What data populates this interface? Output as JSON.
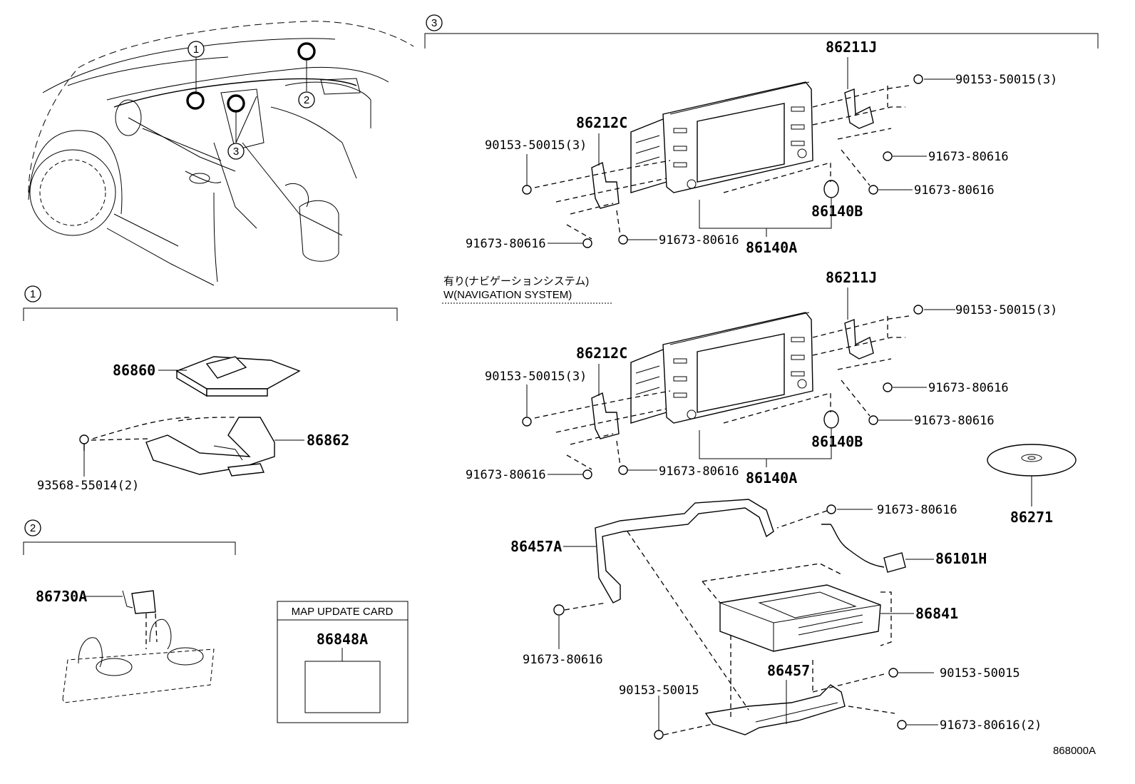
{
  "section_markers": {
    "s1": "1",
    "s2": "2",
    "s3": "3"
  },
  "car_callouts": {
    "c1": "1",
    "c2": "2",
    "c3": "3"
  },
  "section1": {
    "p86860": "86860",
    "p86862": "86862",
    "p93568": "93568-55014(2)"
  },
  "section2": {
    "p86730A": "86730A"
  },
  "map_card": {
    "title": "MAP UPDATE CARD",
    "part": "86848A"
  },
  "section3": {
    "upper": {
      "p86211J": "86211J",
      "p90153_r": "90153-50015(3)",
      "p91673_r1": "91673-80616",
      "p91673_r2": "91673-80616",
      "p86212C": "86212C",
      "p90153_l": "90153-50015(3)",
      "p86140B": "86140B",
      "p91673_bl": "91673-80616",
      "p91673_bc": "91673-80616",
      "p86140A": "86140A"
    },
    "nav_label_jp": "有り(ナビゲーションシステム)",
    "nav_label_en": "W(NAVIGATION SYSTEM)",
    "lower": {
      "p86211J": "86211J",
      "p90153_r": "90153-50015(3)",
      "p91673_r1": "91673-80616",
      "p91673_r2": "91673-80616",
      "p86212C": "86212C",
      "p90153_l": "90153-50015(3)",
      "p86140B": "86140B",
      "p91673_bl": "91673-80616",
      "p91673_bc": "91673-80616",
      "p86140A": "86140A"
    },
    "nav": {
      "p86271": "86271",
      "p91673_top": "91673-80616",
      "p86457A": "86457A",
      "p86101H": "86101H",
      "p86841": "86841",
      "p91673_left": "91673-80616",
      "p86457": "86457",
      "p90153_right": "90153-50015",
      "p90153_left": "90153-50015",
      "p91673_2": "91673-80616(2)"
    }
  },
  "diagram_code": "868000A"
}
